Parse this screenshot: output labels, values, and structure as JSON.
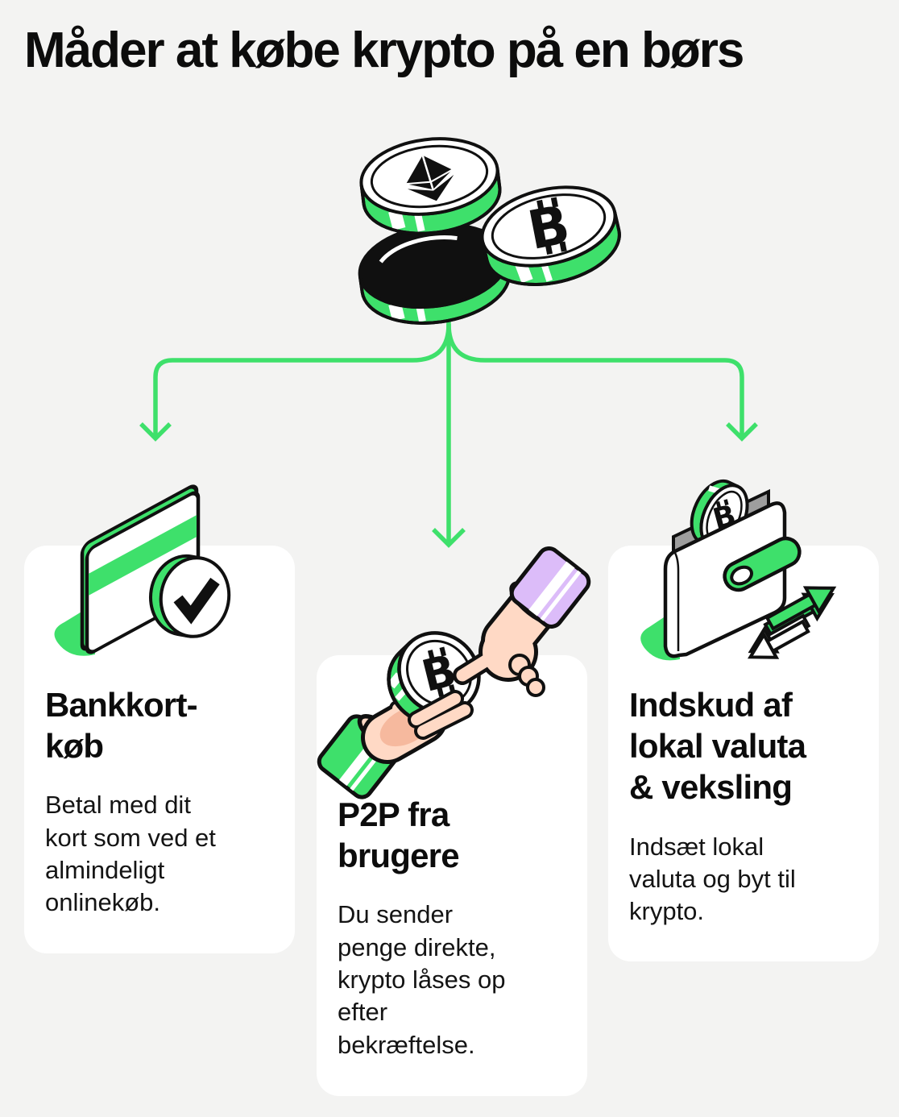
{
  "title": "Måder at købe krypto på en børs",
  "colors": {
    "background": "#f3f3f2",
    "accent_green": "#3ee06b",
    "card_background": "#ffffff",
    "heading_text": "#0c0c0c",
    "body_text": "#141414",
    "outline_black": "#101010",
    "skin": "#ffd9c5",
    "skin_shade": "#f6b99e",
    "cuff_purple": "#dcbcf9",
    "wallet_gray": "#9e9e9e"
  },
  "illustrations": {
    "coins_stack": "crypto-coins-stack",
    "flow": "three-way-arrow-flow",
    "bank_card": "bank-card-with-checkmark",
    "hands": "hands-exchanging-bitcoin-coin",
    "wallet": "wallet-with-exchange-arrows"
  },
  "cards": [
    {
      "id": "bank-card-purchase",
      "heading": "Bankkort-\nkøb",
      "body": "Betal med dit\nkort som ved et\nalmindeligt\nonlinekøb."
    },
    {
      "id": "p2p-from-users",
      "heading": "P2P fra\nbrugere",
      "body": "Du sender\npenge direkte,\nkrypto låses op\nefter\nbekræftelse."
    },
    {
      "id": "local-currency-deposit",
      "heading": "Indskud af\nlokal valuta\n& veksling",
      "body": "Indsæt lokal\nvaluta og byt til\nkrypto."
    }
  ]
}
